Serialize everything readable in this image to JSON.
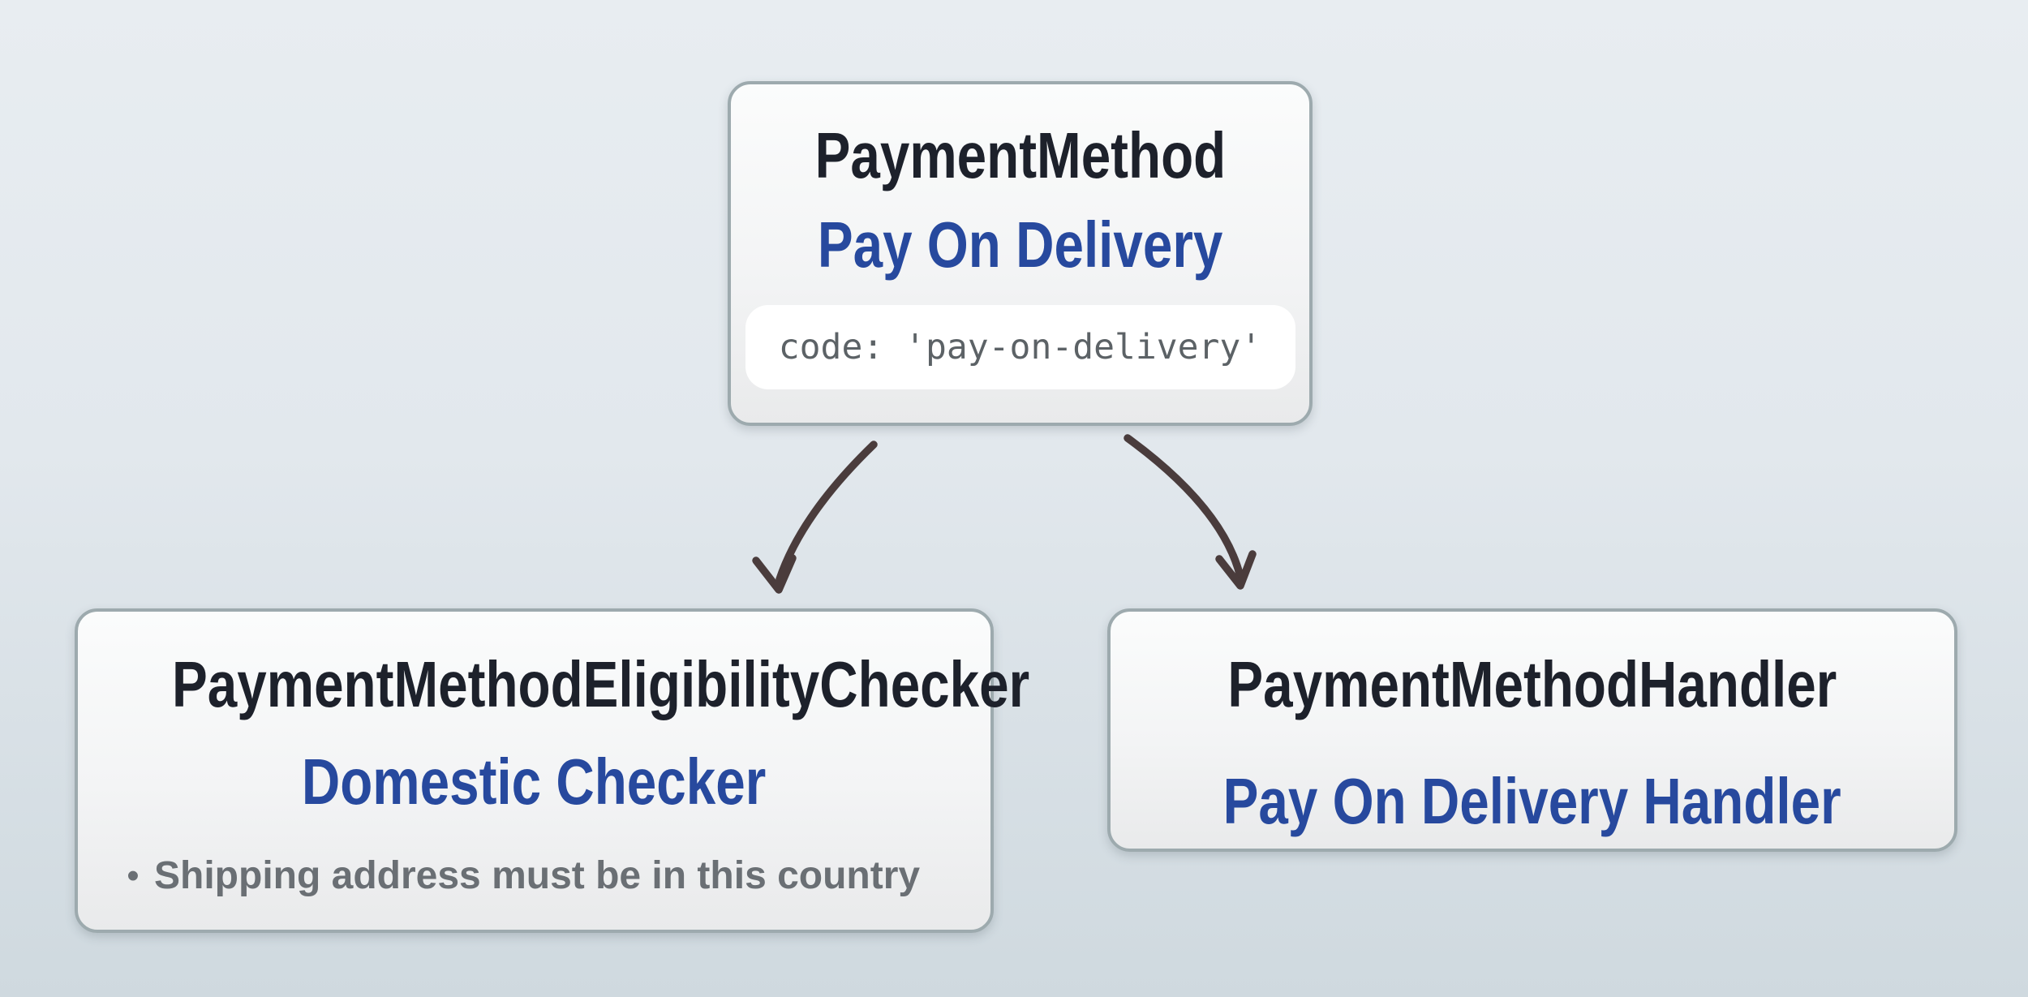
{
  "diagram": {
    "nodes": {
      "payment_method": {
        "title": "PaymentMethod",
        "subtitle": "Pay On Delivery",
        "code": "code: 'pay-on-delivery'"
      },
      "eligibility_checker": {
        "title": "PaymentMethodEligibilityChecker",
        "subtitle": "Domestic Checker",
        "bullet_marker": "•",
        "bullet": "Shipping address must be in this country"
      },
      "handler": {
        "title": "PaymentMethodHandler",
        "subtitle": "Pay On Delivery Handler"
      }
    },
    "edges": [
      {
        "from": "payment_method",
        "to": "eligibility_checker"
      },
      {
        "from": "payment_method",
        "to": "handler"
      }
    ]
  },
  "colors": {
    "bg_top": "#e8edf1",
    "bg_mid": "#e2e8ed",
    "bg_bottom": "#cfd9df",
    "box_top": "#fbfcfc",
    "box_bottom": "#e9eaeb",
    "box_border": "#9daaae",
    "pill_bg": "#ffffff",
    "heading": "#1d212b",
    "accent_blue": "#27499e",
    "muted_gray": "#6a6f74",
    "code_gray": "#5c6266",
    "arrow": "#4a3c3c"
  }
}
